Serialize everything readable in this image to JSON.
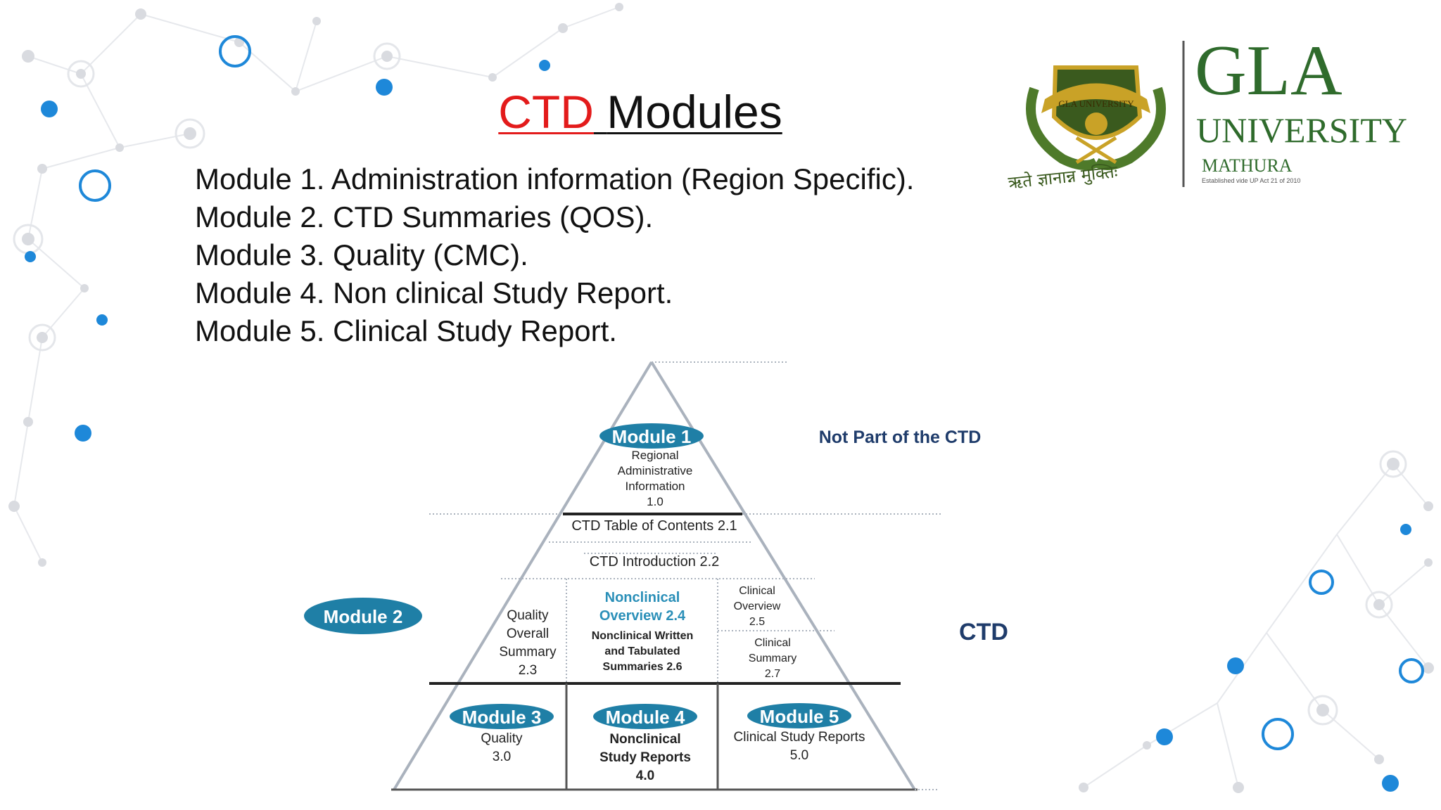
{
  "slide": {
    "title_red": "CTD",
    "title_rest": "Modules",
    "modules": [
      "Module 1. Administration information (Region Specific).",
      "Module 2. CTD Summaries (QOS).",
      "Module 3. Quality (CMC).",
      "Module 4. Non clinical Study Report.",
      "Module 5. Clinical Study Report."
    ]
  },
  "logo": {
    "seal_text": "GLA UNIVERSITY",
    "motto": "ऋते ज्ञानान्न मुक्तिः",
    "name": "GLA",
    "university": "UNIVERSITY",
    "city": "MATHURA",
    "established": "Established vide UP Act 21 of 2010"
  },
  "diagram": {
    "module1": "Module 1",
    "module1_lines": [
      "Regional",
      "Administrative",
      "Information",
      "1.0"
    ],
    "not_part": "Not Part of the CTD",
    "toc": "CTD Table of Contents 2.1",
    "intro": "CTD Introduction 2.2",
    "module2": "Module 2",
    "qos_lines": [
      "Quality",
      "Overall",
      "Summary",
      "2.3"
    ],
    "nc_overview_lines": [
      "Nonclinical",
      "Overview 2.4"
    ],
    "nc_written_lines": [
      "Nonclinical Written",
      "and Tabulated",
      "Summaries 2.6"
    ],
    "clin_overview_lines": [
      "Clinical",
      "Overview",
      "2.5"
    ],
    "clin_summary_lines": [
      "Clinical",
      "Summary",
      "2.7"
    ],
    "ctd_label": "CTD",
    "module3": "Module 3",
    "module3_lines": [
      "Quality",
      "3.0"
    ],
    "module4": "Module 4",
    "module4_lines": [
      "Nonclinical",
      "Study Reports",
      "4.0"
    ],
    "module5": "Module 5",
    "module5_lines": [
      "Clinical Study Reports",
      "5.0"
    ]
  },
  "colors": {
    "title_red": "#e31b1b",
    "accent_blue": "#1e88d9",
    "module_teal": "#1f7fa6",
    "logo_green": "#2f6b2c",
    "text_navy": "#1f3c6b"
  }
}
